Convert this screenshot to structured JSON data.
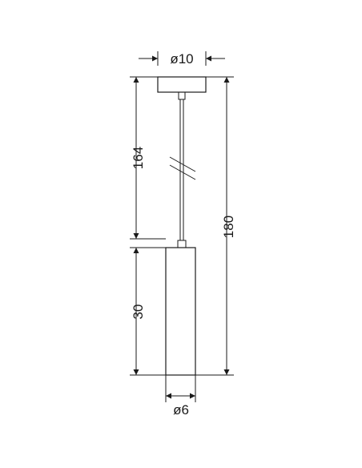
{
  "dimensions": {
    "canopy_diameter": "ø10",
    "shade_diameter": "ø6",
    "cable_length": "164",
    "shade_height": "30",
    "total_height": "180"
  },
  "colors": {
    "line": "#1a1a1a",
    "background": "#ffffff"
  }
}
